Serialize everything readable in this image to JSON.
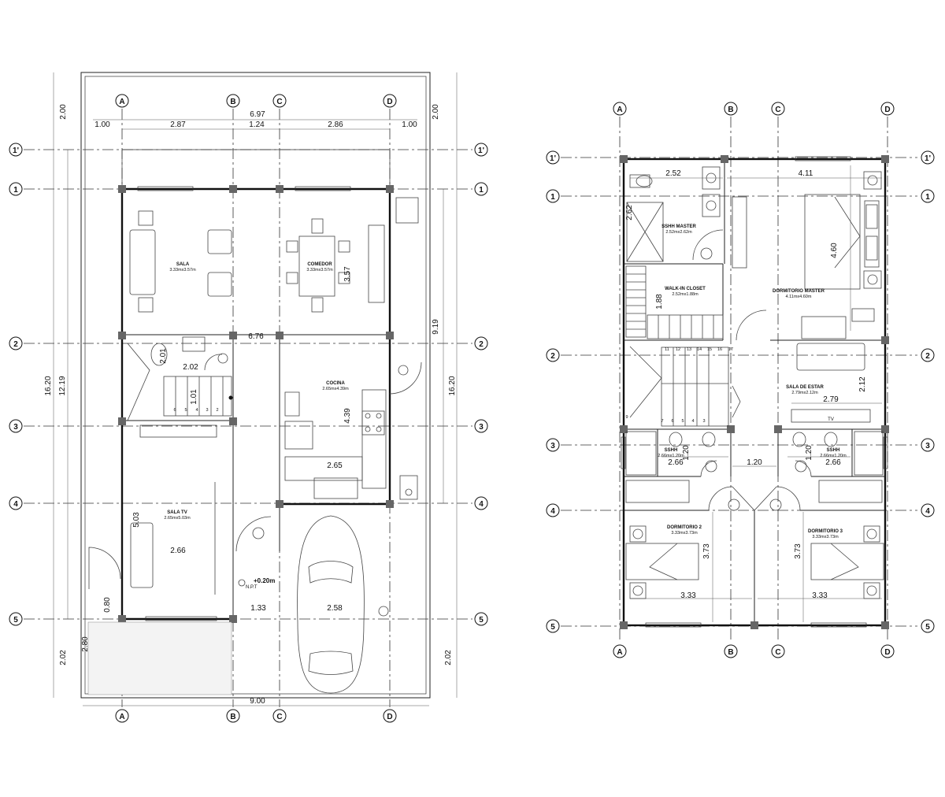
{
  "plan1": {
    "overall": {
      "total_width": "9.00",
      "total_depth_left": "16.20",
      "total_depth_right": "16.20",
      "inner_depth": "12.19",
      "right_inner": "9.19",
      "top_span": "6.97"
    },
    "top_dims": [
      "1.00",
      "2.87",
      "1.24",
      "2.86",
      "1.00"
    ],
    "side_dims": {
      "top_left": "2.00",
      "top_right": "2.00",
      "bottom_left": "2.02",
      "bottom_right": "2.02",
      "porch": "2.80",
      "step": "0.80"
    },
    "rooms": {
      "sala": {
        "name": "SALA",
        "size": "3.33mx3.57m"
      },
      "comedor": {
        "name": "COMEDOR",
        "size": "3.33mx3.57m"
      },
      "cocina": {
        "name": "COCINA",
        "size": "2.65mx4.39m"
      },
      "sala_tv": {
        "name": "SALA TV",
        "size": "2.65mx5.03m"
      }
    },
    "inner_dims": {
      "comedor_h": "3.57",
      "hall": "6.76",
      "bano_w": "2.02",
      "bano_h": "2.01",
      "stair_w": "1.01",
      "cocina_h": "4.39",
      "cocina_w": "2.65",
      "tv_h": "5.03",
      "tv_w": "2.66",
      "garage_a": "1.33",
      "garage_b": "2.58"
    },
    "level": {
      "value": "+0.20m",
      "label": "N.P.T"
    },
    "stair_steps": [
      "6",
      "5",
      "4",
      "3",
      "2"
    ]
  },
  "plan2": {
    "rooms": {
      "ssmm_master": {
        "name": "SSHH MASTER",
        "size": "2.52mx2.62m"
      },
      "walkin": {
        "name": "WALK-IN CLOSET",
        "size": "2.52mx1.88m"
      },
      "master": {
        "name": "DORMITORIO MASTER",
        "size": "4.11mx4.60m"
      },
      "sala_estar": {
        "name": "SALA DE ESTAR",
        "size": "2.79mx2.12m"
      },
      "sshh_a": {
        "name": "SSHH",
        "size": "2.66mx1.20m"
      },
      "sshh_b": {
        "name": "SSHH",
        "size": "2.66mx1.20m"
      },
      "dorm2": {
        "name": "DORMITORIO 2",
        "size": "3.33mx3.73m"
      },
      "dorm3": {
        "name": "DORMITORIO 3",
        "size": "3.33mx3.73m"
      }
    },
    "dims": {
      "a": "2.52",
      "b": "4.11",
      "c": "2.62",
      "d": "4.60",
      "e": "1.88",
      "f": "2.12",
      "g": "2.79",
      "h": "1.20",
      "i": "2.66",
      "j": "1.20",
      "k": "1.20",
      "l": "2.66",
      "m": "3.73",
      "n": "3.73",
      "o": "3.33",
      "p": "3.33"
    },
    "steps_top": [
      "11",
      "12",
      "13",
      "14",
      "15",
      "16",
      "17"
    ],
    "steps_bottom": [
      "7",
      "6",
      "5",
      "4",
      "3"
    ],
    "step_9": "9",
    "tv": "TV"
  },
  "axes": {
    "A": "A",
    "B": "B",
    "C": "C",
    "D": "D",
    "r1p": "1'",
    "r1": "1",
    "r2": "2",
    "r3": "3",
    "r4": "4",
    "r5": "5"
  }
}
